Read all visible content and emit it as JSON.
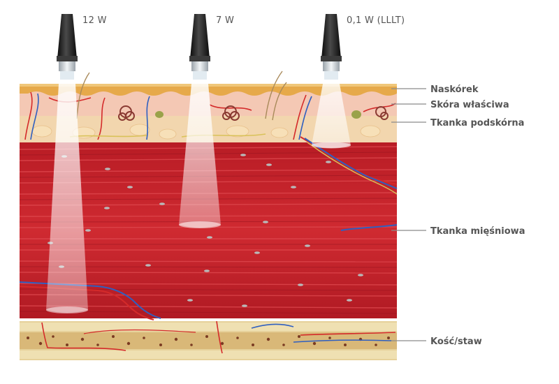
{
  "probes": [
    {
      "id": "probe-12w",
      "label": "12 W"
    },
    {
      "id": "probe-7w",
      "label": "7 W"
    },
    {
      "id": "probe-01w",
      "label": "0,1 W (LLLT)"
    }
  ],
  "layers": [
    {
      "id": "epidermis",
      "label": "Naskórek"
    },
    {
      "id": "dermis",
      "label": "Skóra właściwa"
    },
    {
      "id": "subcutis",
      "label": "Tkanka podskórna"
    },
    {
      "id": "muscle",
      "label": "Tkanka mięśniowa"
    },
    {
      "id": "bone",
      "label": "Kość/staw"
    }
  ],
  "colors": {
    "epidermis": "#e6a94a",
    "dermis": "#f4c8b4",
    "subcutis": "#f2d2a8",
    "muscle": "#c8202a",
    "muscle_stripe": "#e0454c",
    "bone": "#e9d6a0",
    "marrow": "#7a3b22",
    "vessel_red": "#d42a2a",
    "vessel_blue": "#2f5fc0",
    "nerve": "#d9c25a",
    "probe_body": "#1a1a1a",
    "beam": "#ffffff"
  }
}
